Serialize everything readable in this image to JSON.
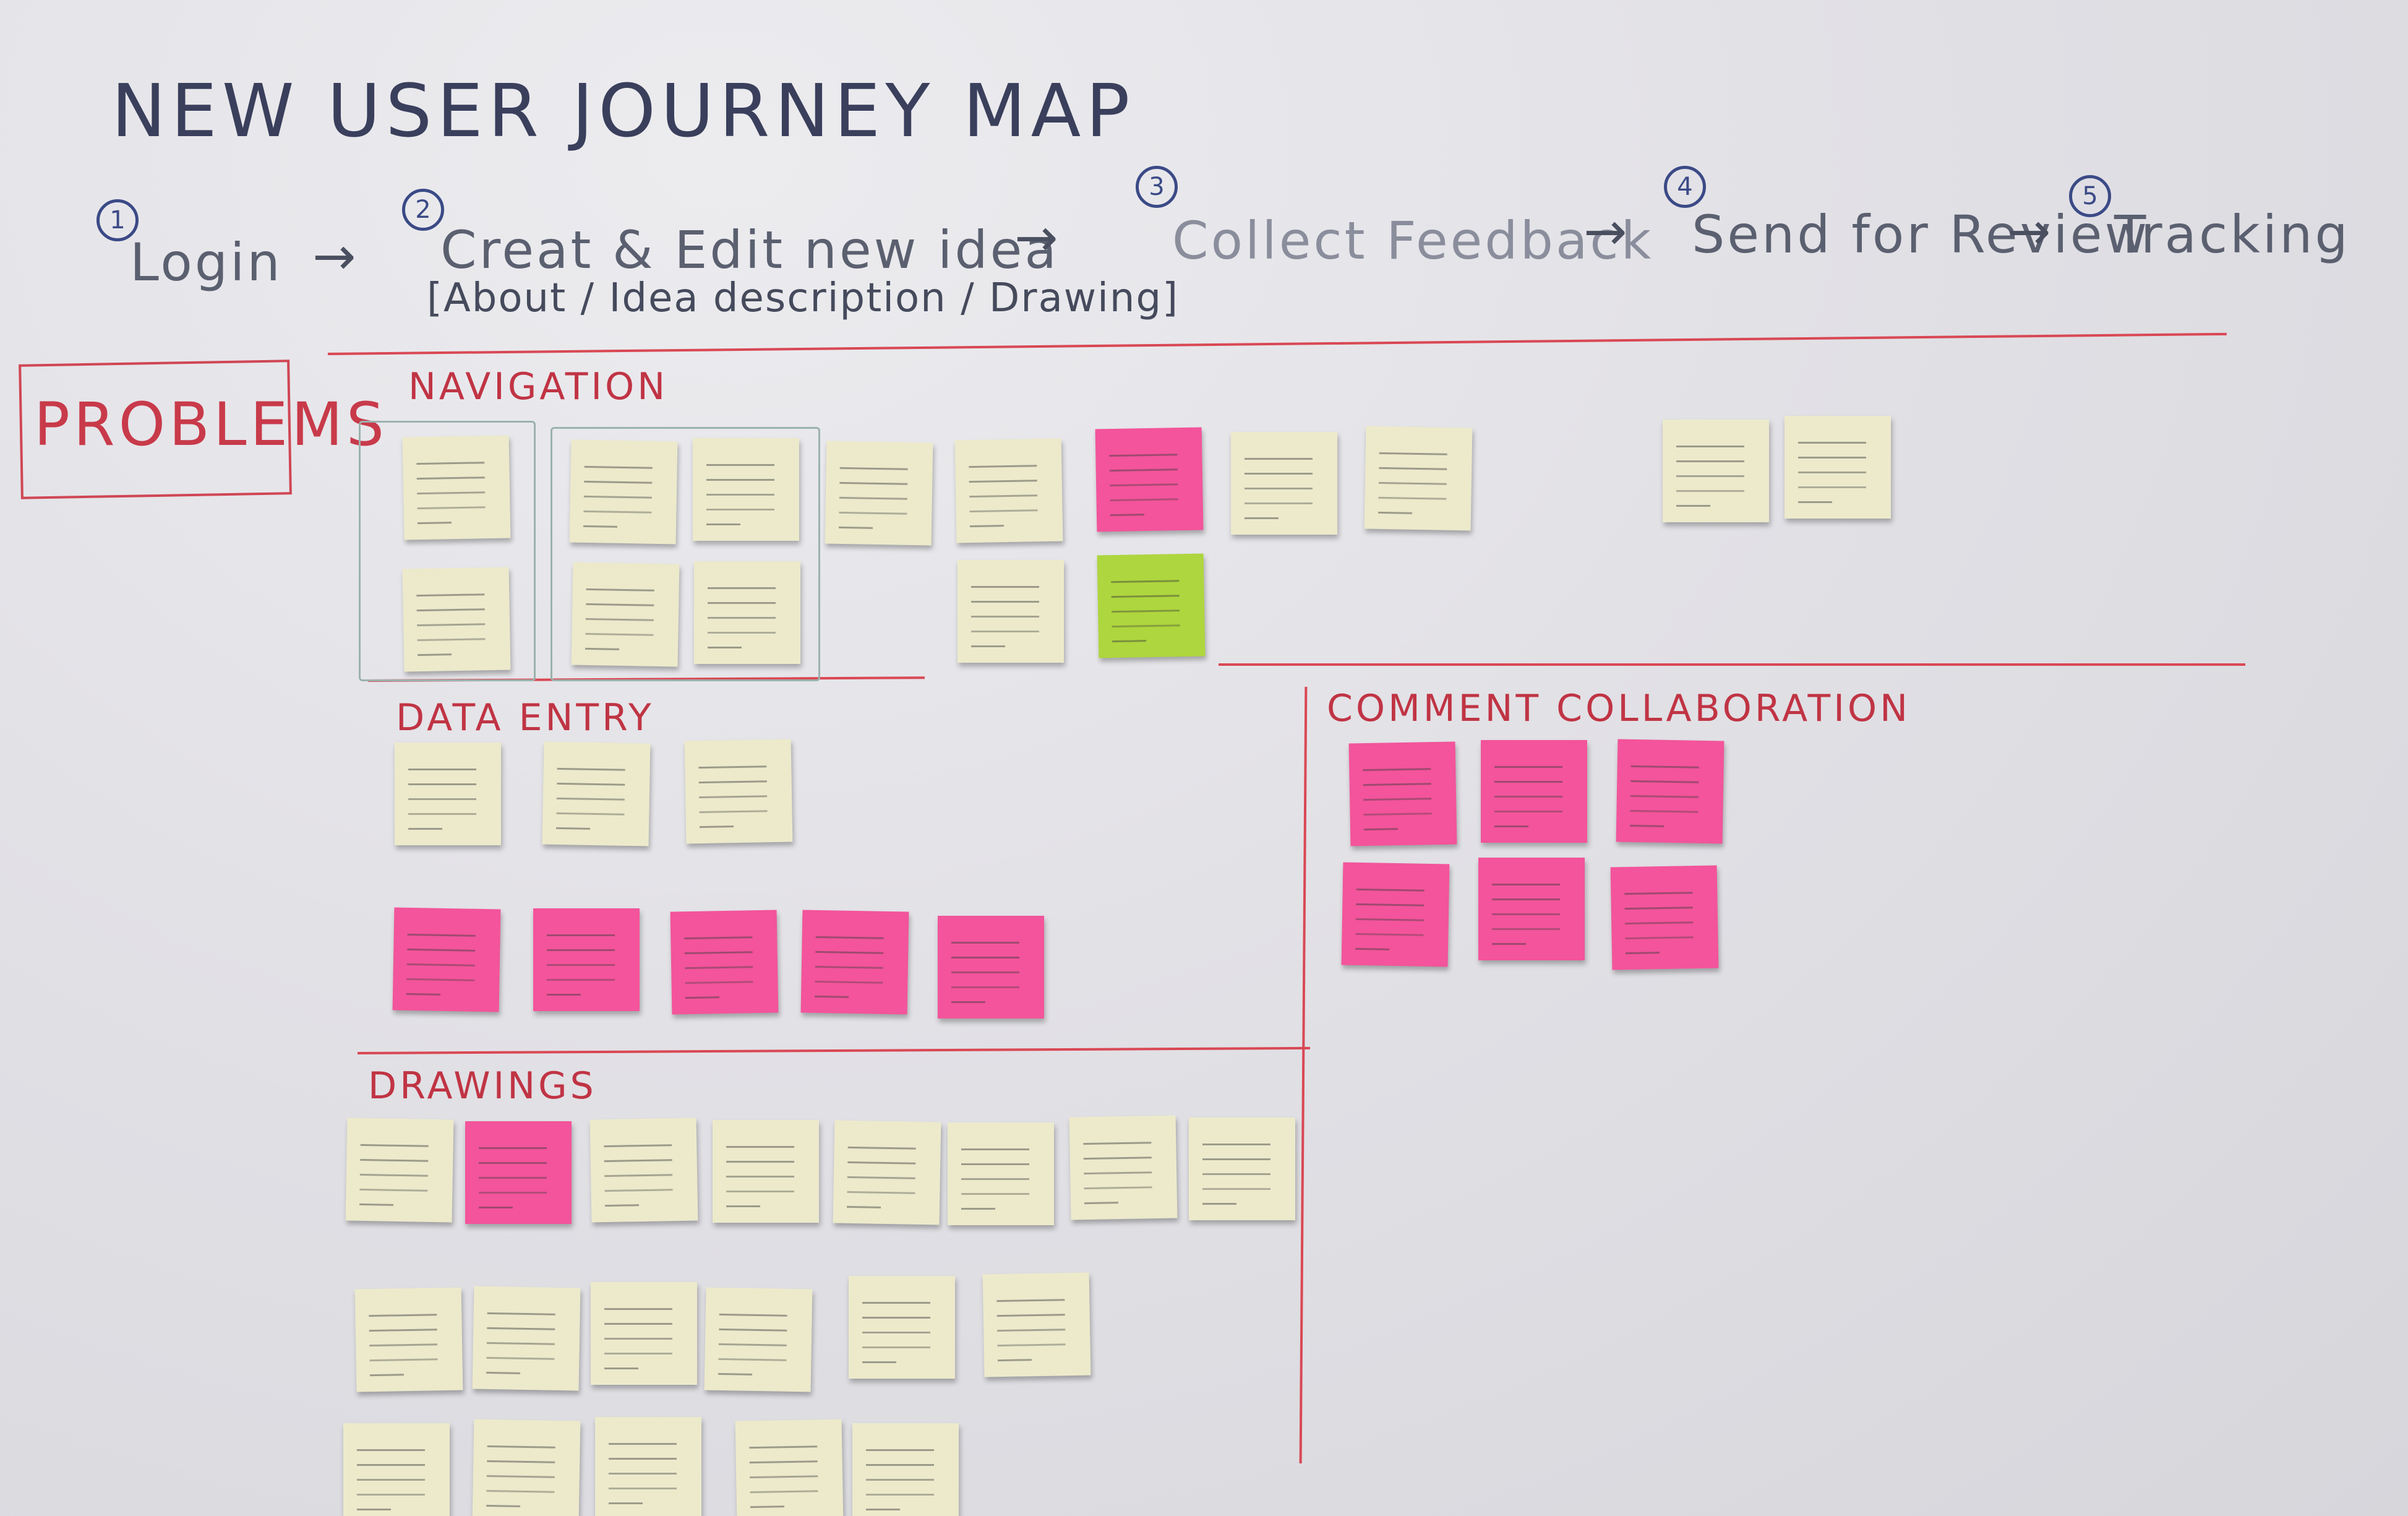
{
  "title": "NEW USER JOURNEY MAP",
  "steps": [
    {
      "num": "1",
      "label": "Login"
    },
    {
      "num": "2",
      "label": "Creat & Edit new idea"
    },
    {
      "num": "3",
      "label": "Collect Feedback"
    },
    {
      "num": "4",
      "label": "Send for Review"
    },
    {
      "num": "5",
      "label": "Tracking"
    }
  ],
  "arrow": "→",
  "step2_detail": "[About / Idea description / Drawing]",
  "problems_label": "PROBLEMS",
  "sections": {
    "navigation": "NAVIGATION",
    "data_entry": "DATA ENTRY",
    "comment_collaboration": "COMMENT COLLABORATION",
    "drawings": "DRAWINGS"
  },
  "colors": {
    "yellow_note": "#eceacb",
    "pink_note": "#f3549b",
    "green_note": "#aed63e",
    "marker_red": "#d94854",
    "marker_blue": "#3b4a86"
  }
}
